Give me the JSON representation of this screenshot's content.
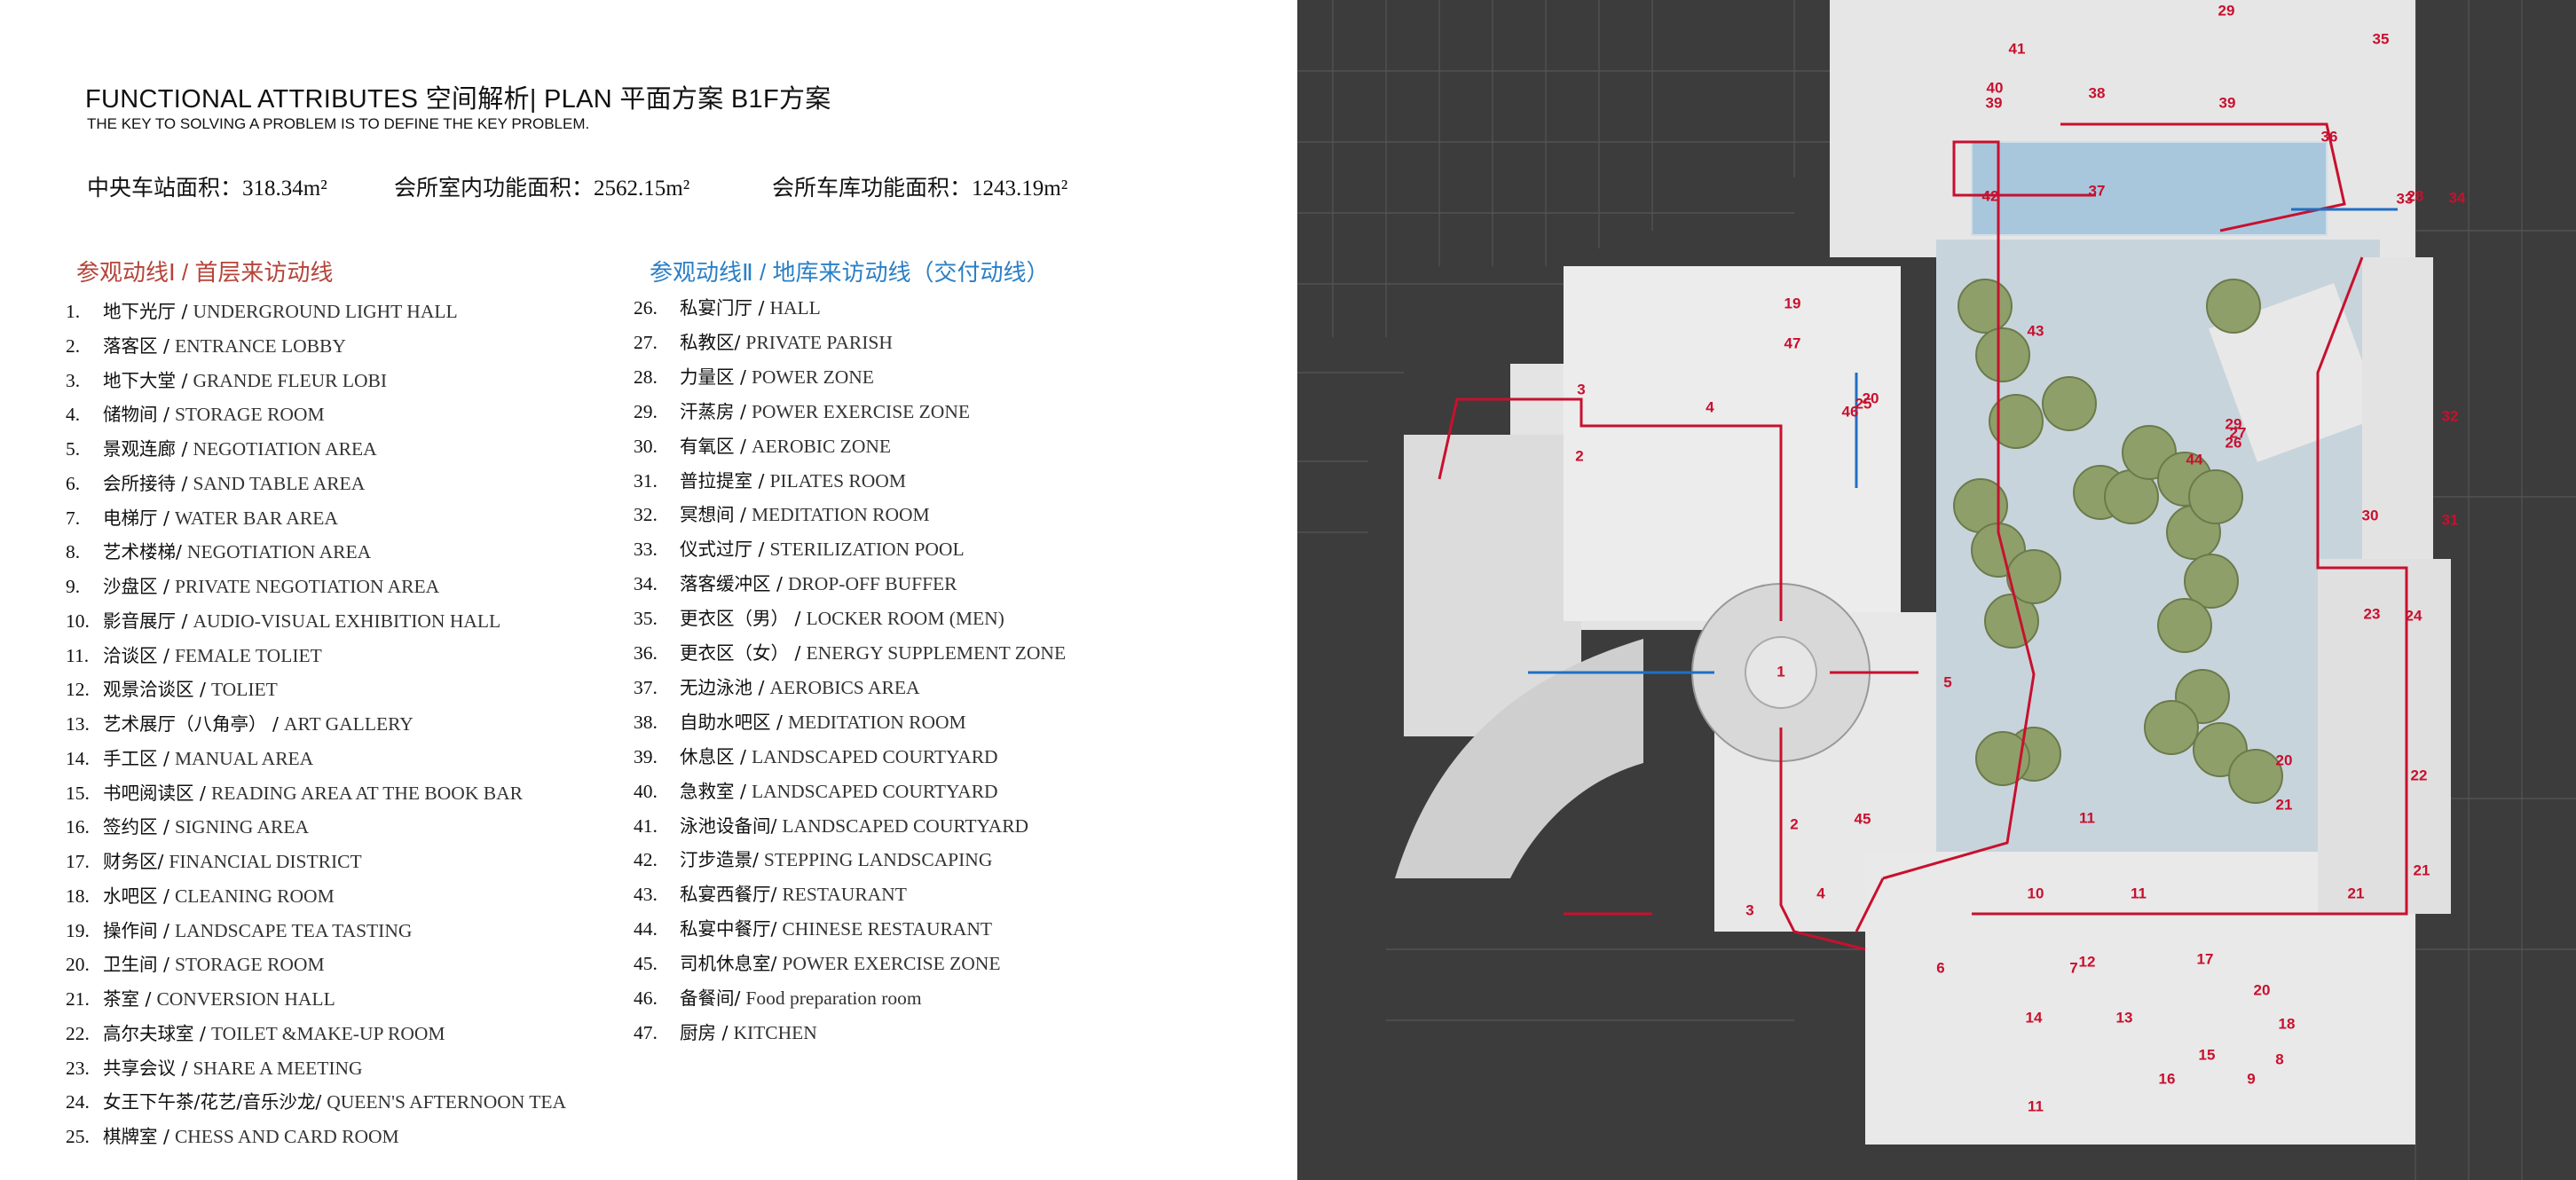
{
  "header": {
    "title": "FUNCTIONAL ATTRIBUTES 空间解析| PLAN  平面方案  B1F方案",
    "subtitle": "THE KEY TO SOLVING A PROBLEM IS TO DEFINE THE KEY PROBLEM."
  },
  "areas": [
    "中央车站面积：318.34m²",
    "会所室内功能面积：2562.15m²",
    "会所车库功能面积：1243.19m²"
  ],
  "colors": {
    "route1": "#b5443a",
    "route2": "#2a7fc6",
    "red_route": "#c8102e",
    "blue_route": "#1f6fc4",
    "plan_bg": "#3c3c3c"
  },
  "route1": {
    "heading": "参观动线Ⅰ / 首层来访动线",
    "items": [
      {
        "n": "1.",
        "zh": "地下光厅  /",
        "en": "UNDERGROUND LIGHT HALL"
      },
      {
        "n": "2.",
        "zh": "落客区 /",
        "en": "ENTRANCE LOBBY"
      },
      {
        "n": "3.",
        "zh": "地下大堂  /",
        "en": "GRANDE FLEUR LOBI"
      },
      {
        "n": "4.",
        "zh": "储物间  /",
        "en": "STORAGE ROOM"
      },
      {
        "n": "5.",
        "zh": "景观连廊  /",
        "en": "NEGOTIATION AREA"
      },
      {
        "n": "6.",
        "zh": "会所接待  /",
        "en": "SAND TABLE AREA"
      },
      {
        "n": "7.",
        "zh": "电梯厅 /",
        "en": "WATER BAR AREA"
      },
      {
        "n": "8.",
        "zh": "艺术楼梯/",
        "en": "NEGOTIATION AREA"
      },
      {
        "n": "9.",
        "zh": "沙盘区 /",
        "en": "PRIVATE NEGOTIATION AREA"
      },
      {
        "n": "10.",
        "zh": "影音展厅 /",
        "en": "AUDIO-VISUAL EXHIBITION HALL"
      },
      {
        "n": "11.",
        "zh": "洽谈区 /",
        "en": "FEMALE TOLIET"
      },
      {
        "n": "12.",
        "zh": "观景洽谈区 /",
        "en": "TOLIET"
      },
      {
        "n": "13.",
        "zh": "艺术展厅（八角亭） /",
        "en": "ART GALLERY"
      },
      {
        "n": "14.",
        "zh": "手工区 /",
        "en": "MANUAL AREA"
      },
      {
        "n": "15.",
        "zh": "书吧阅读区 /",
        "en": "READING AREA AT THE BOOK BAR"
      },
      {
        "n": "16.",
        "zh": "签约区 /",
        "en": "SIGNING AREA"
      },
      {
        "n": "17.",
        "zh": "财务区/",
        "en": "FINANCIAL DISTRICT"
      },
      {
        "n": "18.",
        "zh": "水吧区 /",
        "en": "CLEANING ROOM"
      },
      {
        "n": "19.",
        "zh": "操作间 /",
        "en": "LANDSCAPE TEA TASTING"
      },
      {
        "n": "20.",
        "zh": "卫生间 /",
        "en": "STORAGE ROOM"
      },
      {
        "n": "21.",
        "zh": "茶室 /",
        "en": "CONVERSION HALL"
      },
      {
        "n": "22.",
        "zh": "高尔夫球室 /",
        "en": "TOILET &MAKE-UP ROOM"
      },
      {
        "n": "23.",
        "zh": "共享会议  /",
        "en": "SHARE A MEETING"
      },
      {
        "n": "24.",
        "zh": "女王下午茶/花艺/音乐沙龙/",
        "en": "QUEEN'S AFTERNOON TEA"
      },
      {
        "n": "25.",
        "zh": "棋牌室  /",
        "en": "CHESS AND CARD ROOM"
      }
    ]
  },
  "route2": {
    "heading": "参观动线Ⅱ / 地库来访动线（交付动线）",
    "items": [
      {
        "n": "26.",
        "zh": "私宴门厅 /",
        "en": "HALL"
      },
      {
        "n": "27.",
        "zh": "私教区/",
        "en": "PRIVATE PARISH"
      },
      {
        "n": "28.",
        "zh": "力量区 /",
        "en": "POWER ZONE"
      },
      {
        "n": "29.",
        "zh": "汗蒸房 /",
        "en": "POWER EXERCISE ZONE"
      },
      {
        "n": "30.",
        "zh": "有氧区  /",
        "en": "AEROBIC ZONE"
      },
      {
        "n": "31.",
        "zh": "普拉提室 /",
        "en": "PILATES ROOM"
      },
      {
        "n": "32.",
        "zh": "冥想间 /",
        "en": "MEDITATION ROOM"
      },
      {
        "n": "33.",
        "zh": "仪式过厅 /",
        "en": "STERILIZATION POOL"
      },
      {
        "n": "34.",
        "zh": "落客缓冲区 /",
        "en": "DROP-OFF BUFFER"
      },
      {
        "n": "35.",
        "zh": "更衣区（男） /",
        "en": "LOCKER ROOM (MEN)"
      },
      {
        "n": "36.",
        "zh": "更衣区（女） /",
        "en": "ENERGY SUPPLEMENT ZONE"
      },
      {
        "n": "37.",
        "zh": "无边泳池 /",
        "en": "AEROBICS AREA"
      },
      {
        "n": "38.",
        "zh": "自助水吧区 /",
        "en": "MEDITATION ROOM"
      },
      {
        "n": "39.",
        "zh": "休息区 /",
        "en": "LANDSCAPED COURTYARD"
      },
      {
        "n": "40.",
        "zh": "急救室 /",
        "en": "LANDSCAPED COURTYARD"
      },
      {
        "n": "41.",
        "zh": "泳池设备间/",
        "en": "LANDSCAPED COURTYARD"
      },
      {
        "n": "42.",
        "zh": "汀步造景/",
        "en": "STEPPING LANDSCAPING"
      },
      {
        "n": "43.",
        "zh": "私宴西餐厅/",
        "en": "RESTAURANT"
      },
      {
        "n": "44.",
        "zh": "私宴中餐厅/",
        "en": "CHINESE RESTAURANT"
      },
      {
        "n": "45.",
        "zh": "司机休息室/",
        "en": "POWER EXERCISE ZONE"
      },
      {
        "n": "46.",
        "zh": "备餐间/",
        "en": "Food preparation room"
      },
      {
        "n": "47.",
        "zh": "厨房  /",
        "en": "KITCHEN"
      }
    ]
  },
  "plan_labels": [
    "1",
    "2",
    "2",
    "3",
    "3",
    "4",
    "4",
    "5",
    "6",
    "7",
    "8",
    "9",
    "10",
    "11",
    "11",
    "11",
    "12",
    "13",
    "14",
    "15",
    "16",
    "17",
    "18",
    "19",
    "20",
    "20",
    "20",
    "21",
    "21",
    "21",
    "22",
    "23",
    "24",
    "25",
    "26",
    "27",
    "28",
    "29",
    "29",
    "30",
    "31",
    "32",
    "33",
    "34",
    "35",
    "36",
    "37",
    "38",
    "39",
    "39",
    "40",
    "41",
    "42",
    "43",
    "44",
    "45",
    "46",
    "47"
  ]
}
